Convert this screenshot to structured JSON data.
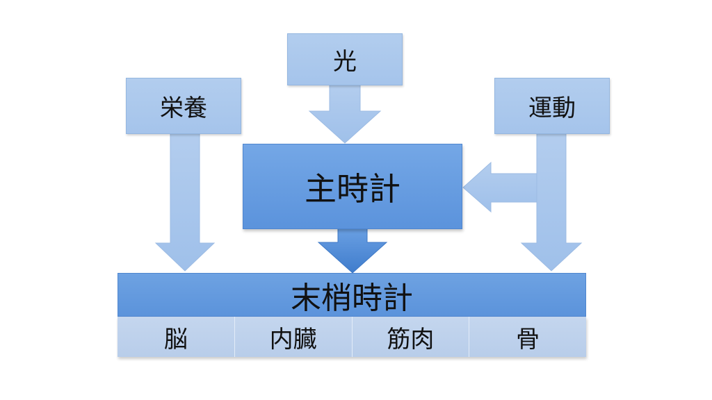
{
  "nodes": {
    "light": "光",
    "nutrition": "栄養",
    "exercise": "運動",
    "master_clock": "主時計",
    "peripheral_clock": "末梢時計"
  },
  "organs": [
    "脳",
    "内臓",
    "筋肉",
    "骨"
  ],
  "colors": {
    "input_box": "#a9c6ec",
    "master_box": "#5f96dd",
    "peripheral_box": "#6198dd",
    "organ_cells": "#bed1ec",
    "arrow_light": "#a8c5eb",
    "arrow_dark": "#4a86d4"
  }
}
